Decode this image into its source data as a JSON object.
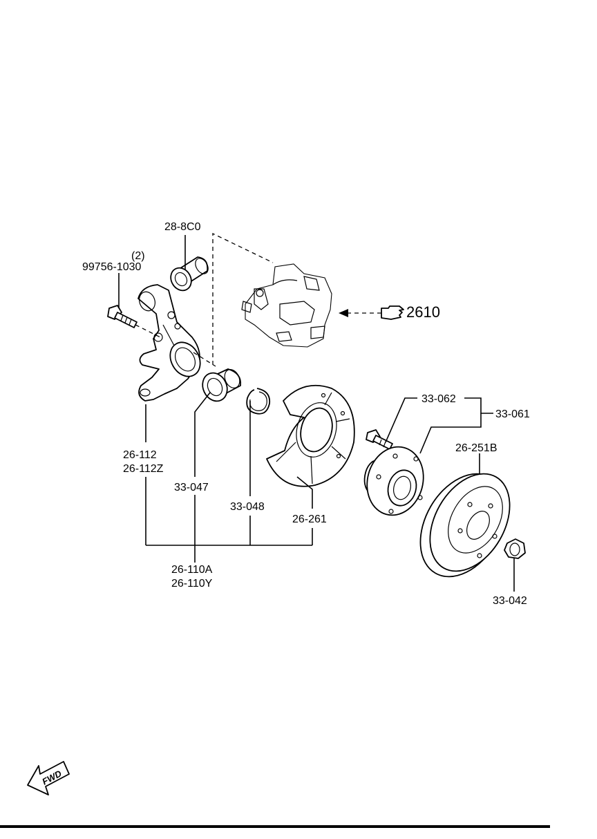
{
  "labels": {
    "caliper_bracket": "28-8C0",
    "bolt_qty": "(2)",
    "bolt": "99756-1030",
    "caliper_ref": "2610",
    "knuckle_a": "26-112",
    "knuckle_b": "26-112Z",
    "bearing": "33-047",
    "snap_ring": "33-048",
    "dust_shield": "26-261",
    "assembly_a": "26-110A",
    "assembly_b": "26-110Y",
    "hub_bolt": "33-062",
    "hub_assembly": "33-061",
    "disc": "26-251B",
    "lock_nut": "33-042"
  },
  "direction_badge": "FWD"
}
